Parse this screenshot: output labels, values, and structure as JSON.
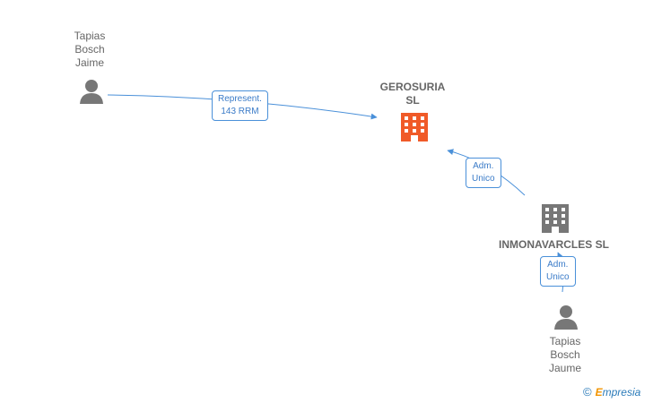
{
  "nodes": {
    "person_top": {
      "label": "Tapias\nBosch\nJaime",
      "icon": "person-icon"
    },
    "company_main": {
      "label": "GEROSURIA\nSL",
      "icon": "building-icon",
      "color": "#f05a28"
    },
    "company_secondary": {
      "label": "INMONAVARCLES SL",
      "icon": "building-icon",
      "color": "#777777"
    },
    "person_bottom": {
      "label": "Tapias\nBosch\nJaume",
      "icon": "person-icon"
    }
  },
  "edges": {
    "represent": {
      "label": "Represent.\n143 RRM"
    },
    "adm_unico_1": {
      "label": "Adm.\nUnico"
    },
    "adm_unico_2": {
      "label": "Adm.\nUnico"
    }
  },
  "colors": {
    "edge": "#4a90d9",
    "person": "#777777"
  },
  "watermark": {
    "symbol": "©",
    "brand_initial": "E",
    "brand_rest": "mpresia"
  }
}
